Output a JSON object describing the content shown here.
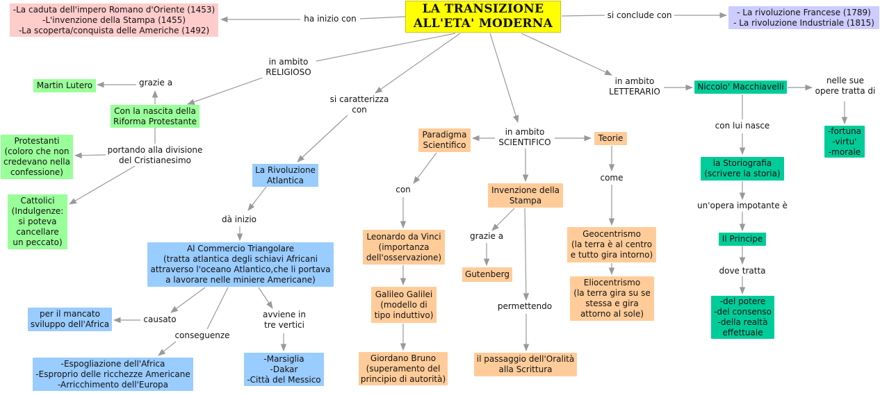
{
  "title": "LA TRANSIZIONE\nALL'ETA' MODERNA",
  "colors": {
    "title": "#ffff00",
    "pink": "#ffcccc",
    "purple": "#ccccff",
    "green": "#99ff99",
    "blue": "#99ccff",
    "orange": "#ffcc99",
    "teal": "#00cc99",
    "line": "#999999"
  },
  "links": {
    "ha_inizio_con": "ha inizio con",
    "si_conclude_con": "si conclude con",
    "in_ambito_religioso": "in ambito\nRELIGIOSO",
    "si_caratterizza_con": "si caratterizza\ncon",
    "in_ambito_scientifico": "in ambito\nSCIENTIFICO",
    "in_ambito_letterario": "in ambito\nLETTERARIO",
    "grazie_a_1": "grazie a",
    "portando": "portando alla divisione\ndel Cristianesimo",
    "da_inizio": "dà inizio",
    "causato": "causato",
    "conseguenze": "conseguenze",
    "avviene": "avviene in\ntre vertici",
    "con": "con",
    "grazie_a_2": "grazie a",
    "permettendo": "permettendo",
    "come": "come",
    "nelle_sue": "nelle sue\nopere tratta di",
    "con_lui_nasce": "con lui nasce",
    "un_opera": "un'opera impotante è",
    "dove_tratta": "dove tratta"
  },
  "concepts": {
    "inizio": "-La caduta dell'impero Romano d'Oriente (1453)\n-L'invenzione della Stampa (1455)\n-La scoperta/conquista delle Americhe (1492)",
    "fine": "- La rivoluzione Francese (1789)\n- La rivoluzione Industriale (1815)",
    "lutero": "Martin Lutero",
    "riforma": "Con la nascita della\nRiforma Protestante",
    "protestanti": "Protestanti\n(coloro che non\ncredevano nella\nconfessione)",
    "cattolici": "Cattolici\n(Indulgenze:\nsi poteva\ncancellare\nun peccato)",
    "rivoluzione_atlantica": "La Rivoluzione\nAtlantica",
    "commercio": "Al Commercio Triangolare\n(tratta atlantica degli schiavi Africani\nattraverso l'oceano Atlantico,che li portava\na lavorare nelle miniere Americane)",
    "mancato_sviluppo": "per il mancato\nsviluppo dell'Africa",
    "conseguenze_list": "-Espogliazione dell'Africa\n-Esproprio delle ricchezze Americane\n-Arricchimento dell'Europa",
    "vertici": "-Marsiglia\n-Dakar\n-Città del Messico",
    "paradigma": "Paradigma\nScientifico",
    "leonardo": "Leonardo da Vinci\n(importanza\ndell'osservazione)",
    "galileo": "Galileo Galilei\n(modello di\ntipo induttivo)",
    "bruno": "Giordano Bruno\n(superamento del\nprincipio di autorità)",
    "stampa": "Invenzione della\nStampa",
    "gutenberg": "Gutenberg",
    "oralita": "il passaggio dell'Oralità\nalla Scrittura",
    "teorie": "Teorie",
    "geocentrismo": "Geocentrismo\n(la terra è al centro\ne tutto gira intorno)",
    "eliocentrismo": "Eliocentrismo\n(la terra gira su se\nstessa e gira\nattorno al sole)",
    "machiavelli": "Niccolo' Macchiavelli",
    "fortuna": "-fortuna\n-virtu'\n-morale",
    "storiografia": "la Storiografia\n(scrivere la storia)",
    "principe": "Il Principe",
    "potere": "-del potere\n-del consenso\n-della realtà\neffettuale"
  }
}
